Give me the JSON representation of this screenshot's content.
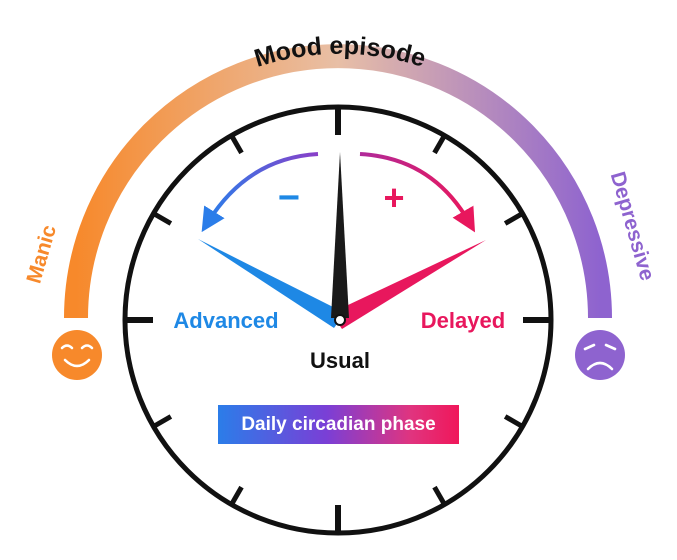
{
  "arc_title": "Mood episode",
  "left_pole": {
    "label": "Manic",
    "icon": "smiling-face-icon"
  },
  "right_pole": {
    "label": "Depressive",
    "icon": "sad-face-icon"
  },
  "clock": {
    "advanced_label": "Advanced",
    "delayed_label": "Delayed",
    "usual_label": "Usual",
    "minus_symbol": "−",
    "plus_symbol": "+",
    "phase_badge": "Daily circadian phase"
  },
  "colors": {
    "manic": "#f7892b",
    "depressive": "#8e63cf",
    "advanced": "#1e88e5",
    "delayed": "#e8175d",
    "usual_hand": "#1a1a1a"
  }
}
